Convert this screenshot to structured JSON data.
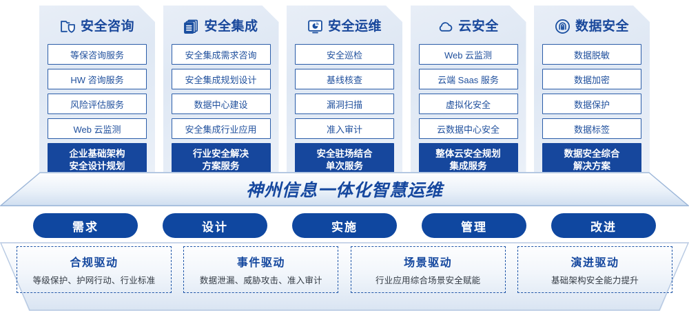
{
  "columns": [
    {
      "icon": "folder-shield-icon",
      "title": "安全咨询",
      "items": [
        "等保咨询服务",
        "HW 咨询服务",
        "风险评估服务",
        "Web 云监测"
      ],
      "summary": [
        "企业基础架构",
        "安全设计规划"
      ]
    },
    {
      "icon": "stacked-documents-icon",
      "title": "安全集成",
      "items": [
        "安全集成需求咨询",
        "安全集成规划设计",
        "数据中心建设",
        "安全集成行业应用"
      ],
      "summary": [
        "行业安全解决",
        "方案服务"
      ]
    },
    {
      "icon": "monitor-chart-icon",
      "title": "安全运维",
      "items": [
        "安全巡检",
        "基线核查",
        "漏洞扫描",
        "准入审计"
      ],
      "summary": [
        "安全驻场结合",
        "单次服务"
      ]
    },
    {
      "icon": "cloud-icon",
      "title": "云安全",
      "items": [
        "Web 云监测",
        "云端 Saas 服务",
        "虚拟化安全",
        "云数据中心安全"
      ],
      "summary": [
        "整体云安全规划",
        "集成服务"
      ]
    },
    {
      "icon": "fingerprint-icon",
      "title": "数据安全",
      "items": [
        "数据脱敏",
        "数据加密",
        "数据保护",
        "数据标签"
      ],
      "summary": [
        "数据安全综合",
        "解决方案"
      ]
    }
  ],
  "banner": {
    "text": "神州信息一体化智慧运维"
  },
  "phases": [
    {
      "label": "需求"
    },
    {
      "label": "设计"
    },
    {
      "label": "实施"
    },
    {
      "label": "管理"
    },
    {
      "label": "改进"
    }
  ],
  "drivers": [
    {
      "title": "合规驱动",
      "subtitle": "等级保护、护网行动、行业标准"
    },
    {
      "title": "事件驱动",
      "subtitle": "数据泄漏、威胁攻击、准入审计"
    },
    {
      "title": "场景驱动",
      "subtitle": "行业应用综合场景安全赋能"
    },
    {
      "title": "演进驱动",
      "subtitle": "基础架构安全能力提升"
    }
  ],
  "colors": {
    "brand_blue": "#16479d",
    "title_blue": "#18479b",
    "pill_blue": "#0f47a0",
    "card_bg": "#e8eef7"
  }
}
